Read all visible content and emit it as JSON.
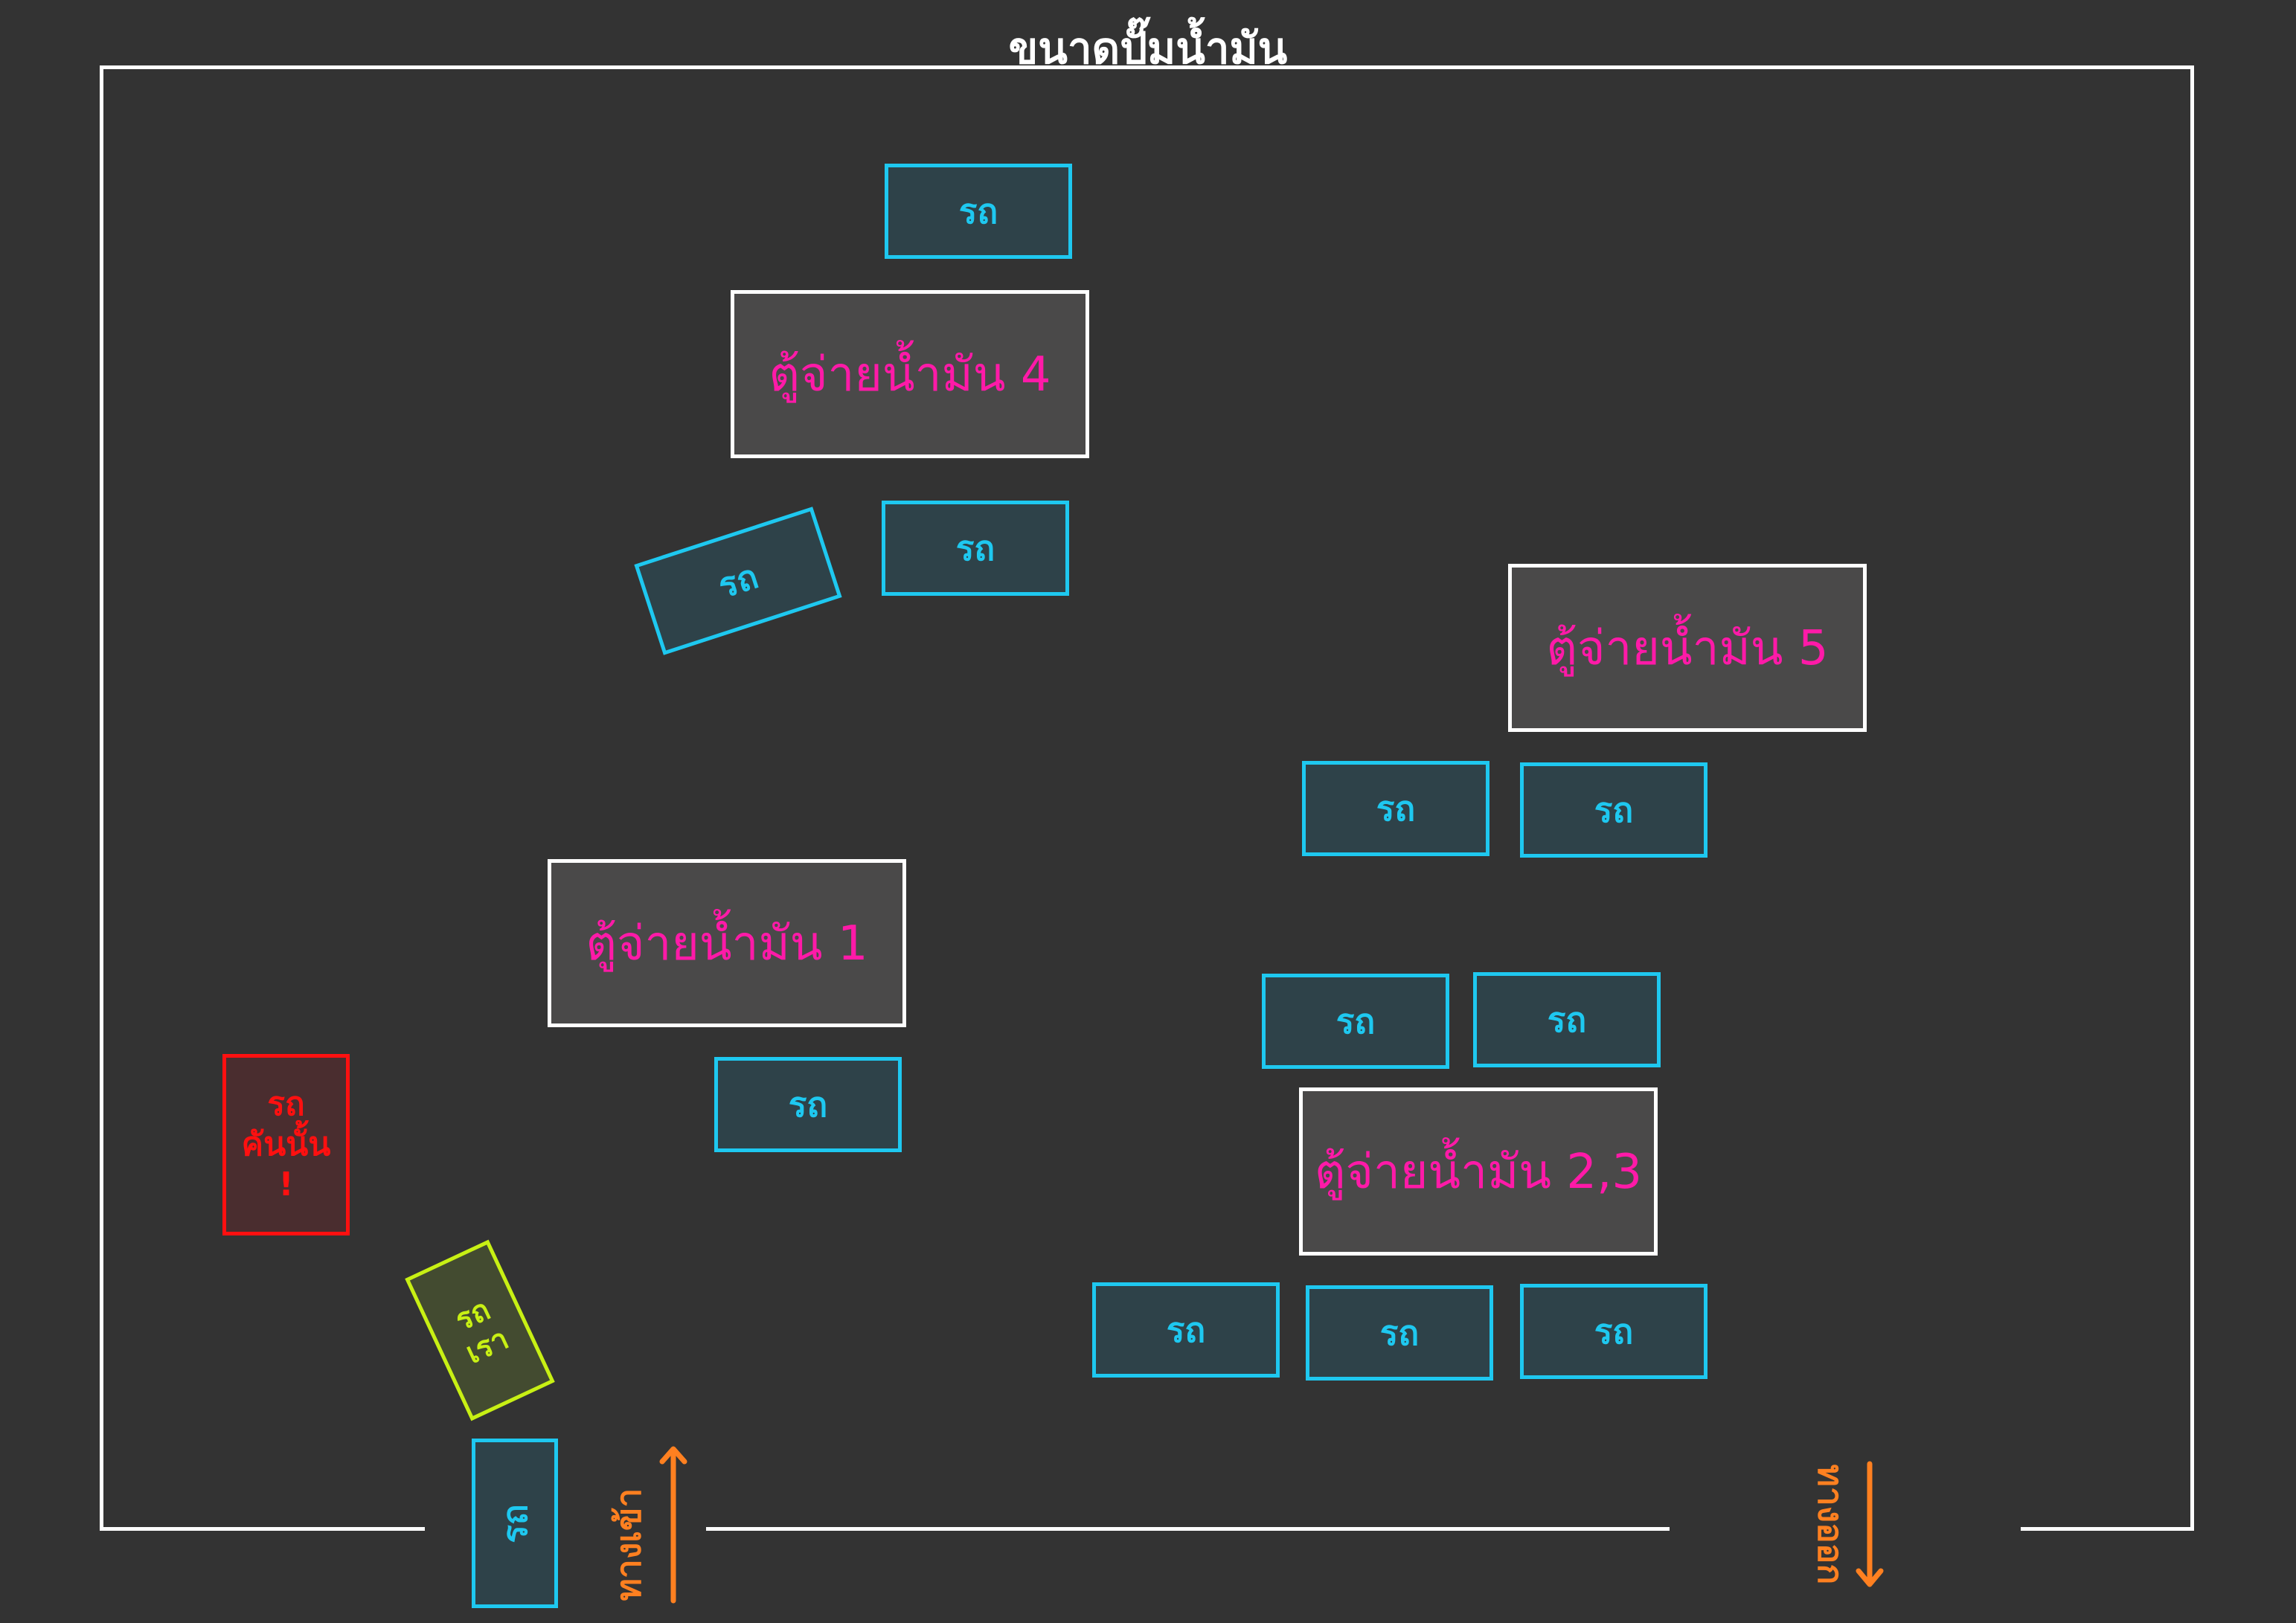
{
  "title": "ขนาดปั๊มน้ำมัน",
  "pumps": {
    "pump4": "ตู้จ่ายน้ำมัน 4",
    "pump5": "ตู้จ่ายน้ำมัน 5",
    "pump1": "ตู้จ่ายน้ำมัน 1",
    "pump23": "ตู้จ่ายน้ำมัน 2,3"
  },
  "car_label": "รถ",
  "that_car": {
    "line1": "รถ",
    "line2": "คันนั้น",
    "line3": "!"
  },
  "our_car": {
    "line1": "รถ",
    "line2": "เรา"
  },
  "entrance": "ทางเข้า",
  "exit": "ทางออก",
  "colors": {
    "background": "#333333",
    "car": "#1ec8f0",
    "pump_text": "#ff1aa8",
    "that_car": "#ff1010",
    "our_car": "#c8f014",
    "direction": "#ff8020"
  }
}
